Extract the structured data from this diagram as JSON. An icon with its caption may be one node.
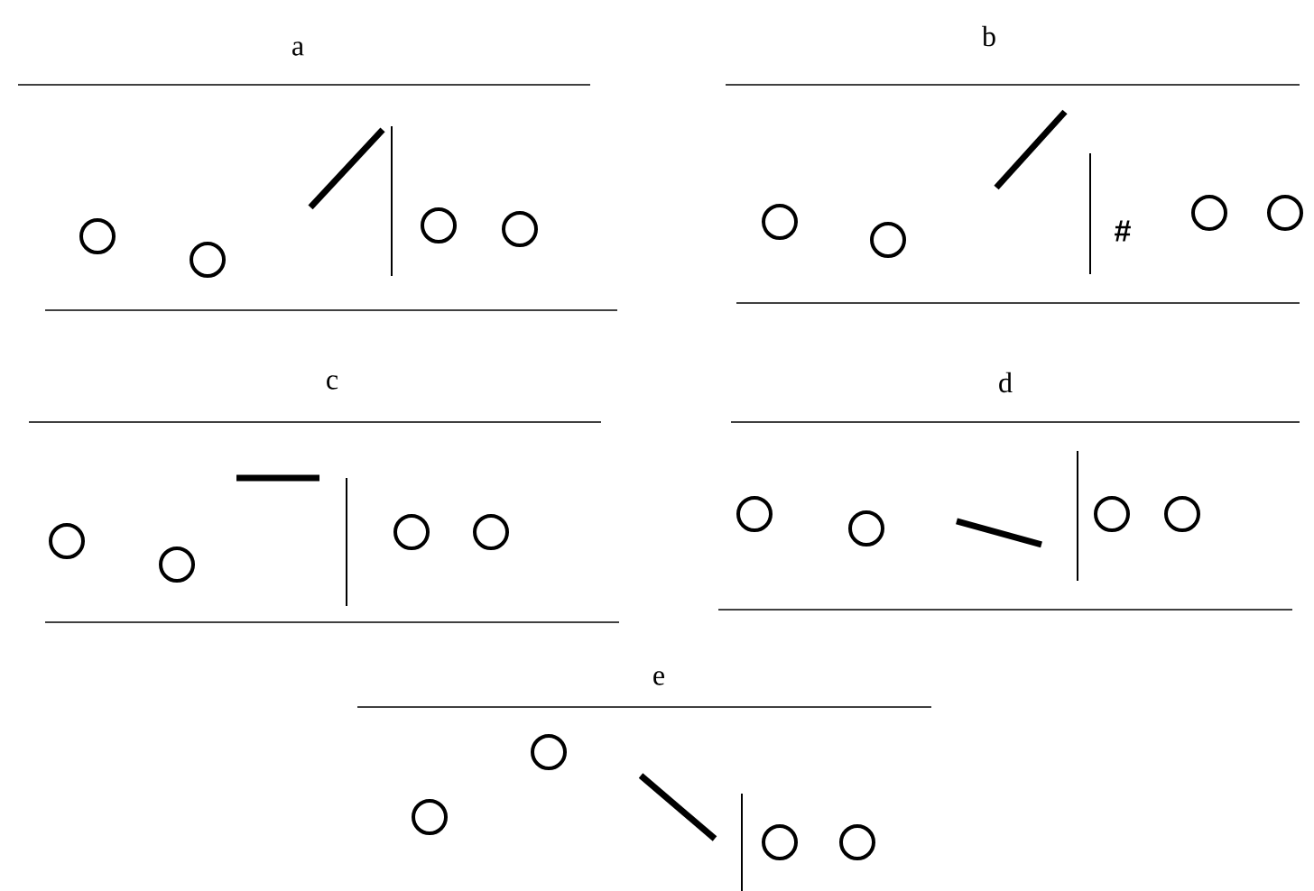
{
  "diagram": {
    "labels": [
      "a",
      "b",
      "#",
      "c",
      "d",
      "e"
    ]
  }
}
